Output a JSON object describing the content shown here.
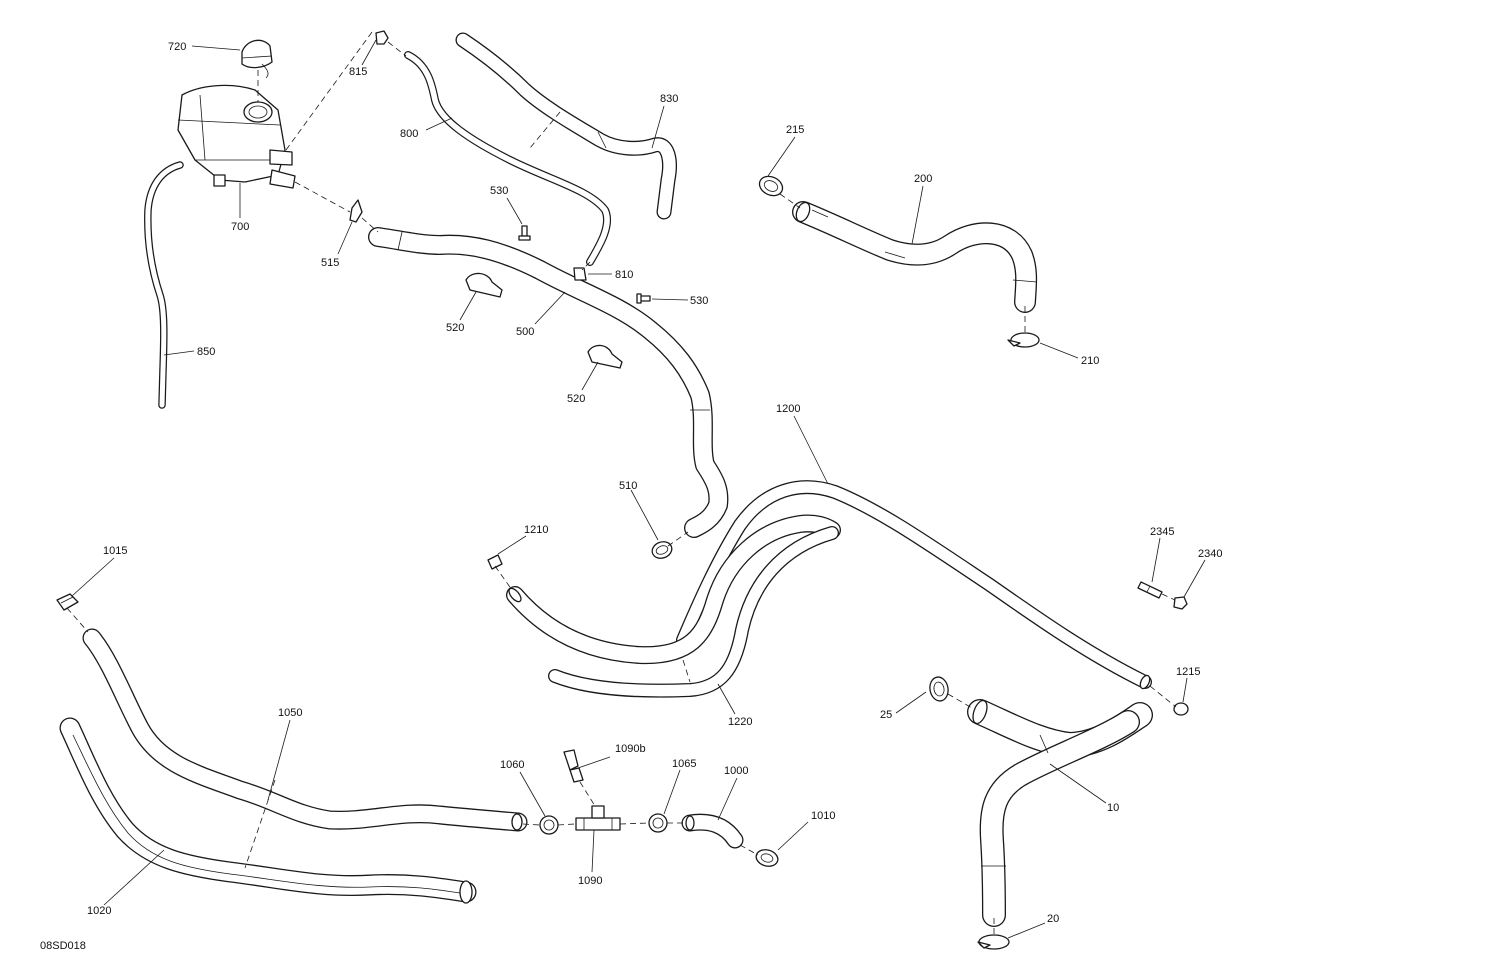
{
  "drawing_ref": "08SD018",
  "callouts": {
    "c720": "720",
    "c815": "815",
    "c830": "830",
    "c800": "800",
    "c700": "700",
    "c515": "515",
    "c530a": "530",
    "c810": "810",
    "c530b": "530",
    "c520a": "520",
    "c500": "500",
    "c520b": "520",
    "c850": "850",
    "c215": "215",
    "c200": "200",
    "c210": "210",
    "c1200": "1200",
    "c510": "510",
    "c1210": "1210",
    "c1015": "1015",
    "c2345": "2345",
    "c2340": "2340",
    "c1215": "1215",
    "c1220": "1220",
    "c25": "25",
    "c1050": "1050",
    "c1060": "1060",
    "c1090b": "1090b",
    "c1065": "1065",
    "c1000": "1000",
    "c1010": "1010",
    "c10": "10",
    "c1090": "1090",
    "c1020": "1020",
    "c20": "20"
  }
}
